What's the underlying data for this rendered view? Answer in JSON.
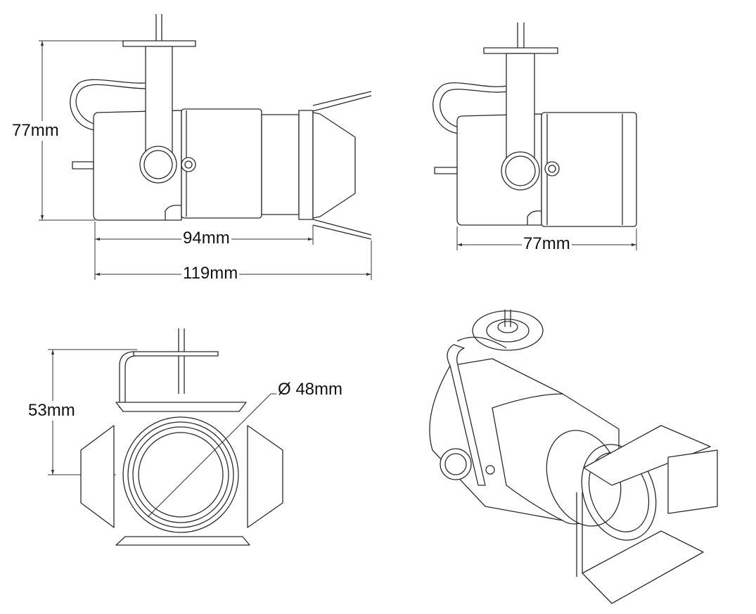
{
  "views": {
    "side_view": {
      "height_label": "77mm",
      "length_short_label": "94mm",
      "length_full_label": "119mm"
    },
    "side_view_no_barndoors": {
      "length_label": "77mm"
    },
    "front_view": {
      "height_label": "53mm",
      "diameter_label": "Ø 48mm"
    },
    "isometric_view": {}
  }
}
